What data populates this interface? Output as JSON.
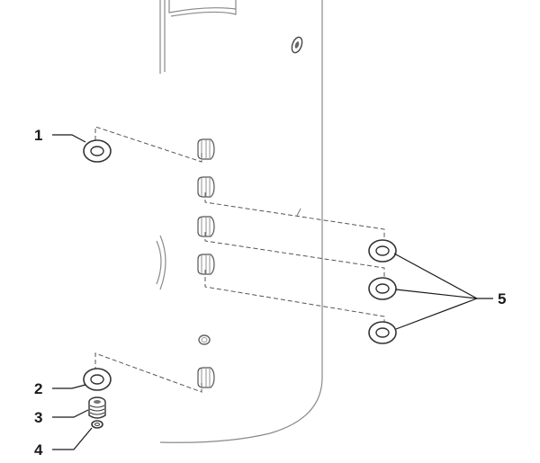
{
  "callouts": {
    "c1": "1",
    "c2": "2",
    "c3": "3",
    "c4": "4",
    "c5": "5"
  },
  "colors": {
    "outline": "#8a8a8a",
    "ink": "#1a1a1a"
  }
}
